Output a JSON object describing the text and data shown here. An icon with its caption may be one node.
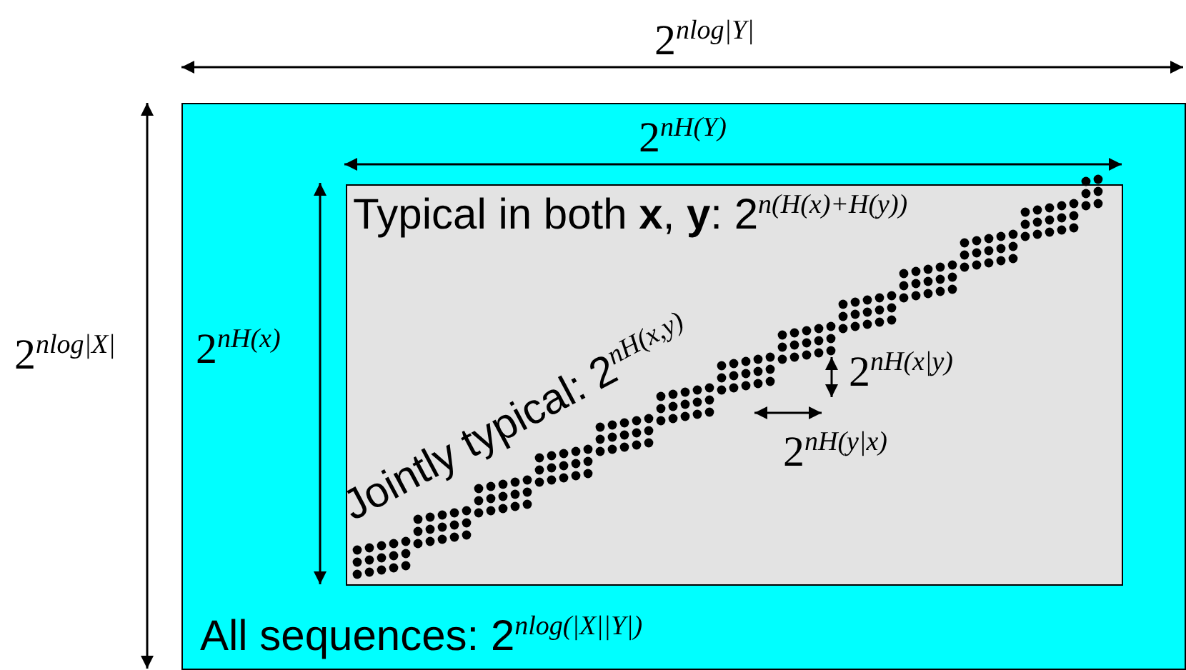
{
  "diagram": {
    "nodes": [
      {
        "text": [
          "All sequences: 2$^{nlog(|X||Y|)}$"
        ]
      },
      {
        "text": [
          "Typical in both **x**, **y**: 2$^{n(H(x)+H(y))}$"
        ],
        "in": 0
      }
    ],
    "edges": [],
    "labels": [
      "2$^{nlog|Y|}$",
      "2$^{nH(Y)}$",
      "2$^{nlog|X|}$",
      "2$^{nH(x)}$",
      "Jointly typical: 2$^{nH(x,y)}$",
      "2$^{nH(x|y)}$",
      "2$^{nH(y|x)}$"
    ]
  }
}
